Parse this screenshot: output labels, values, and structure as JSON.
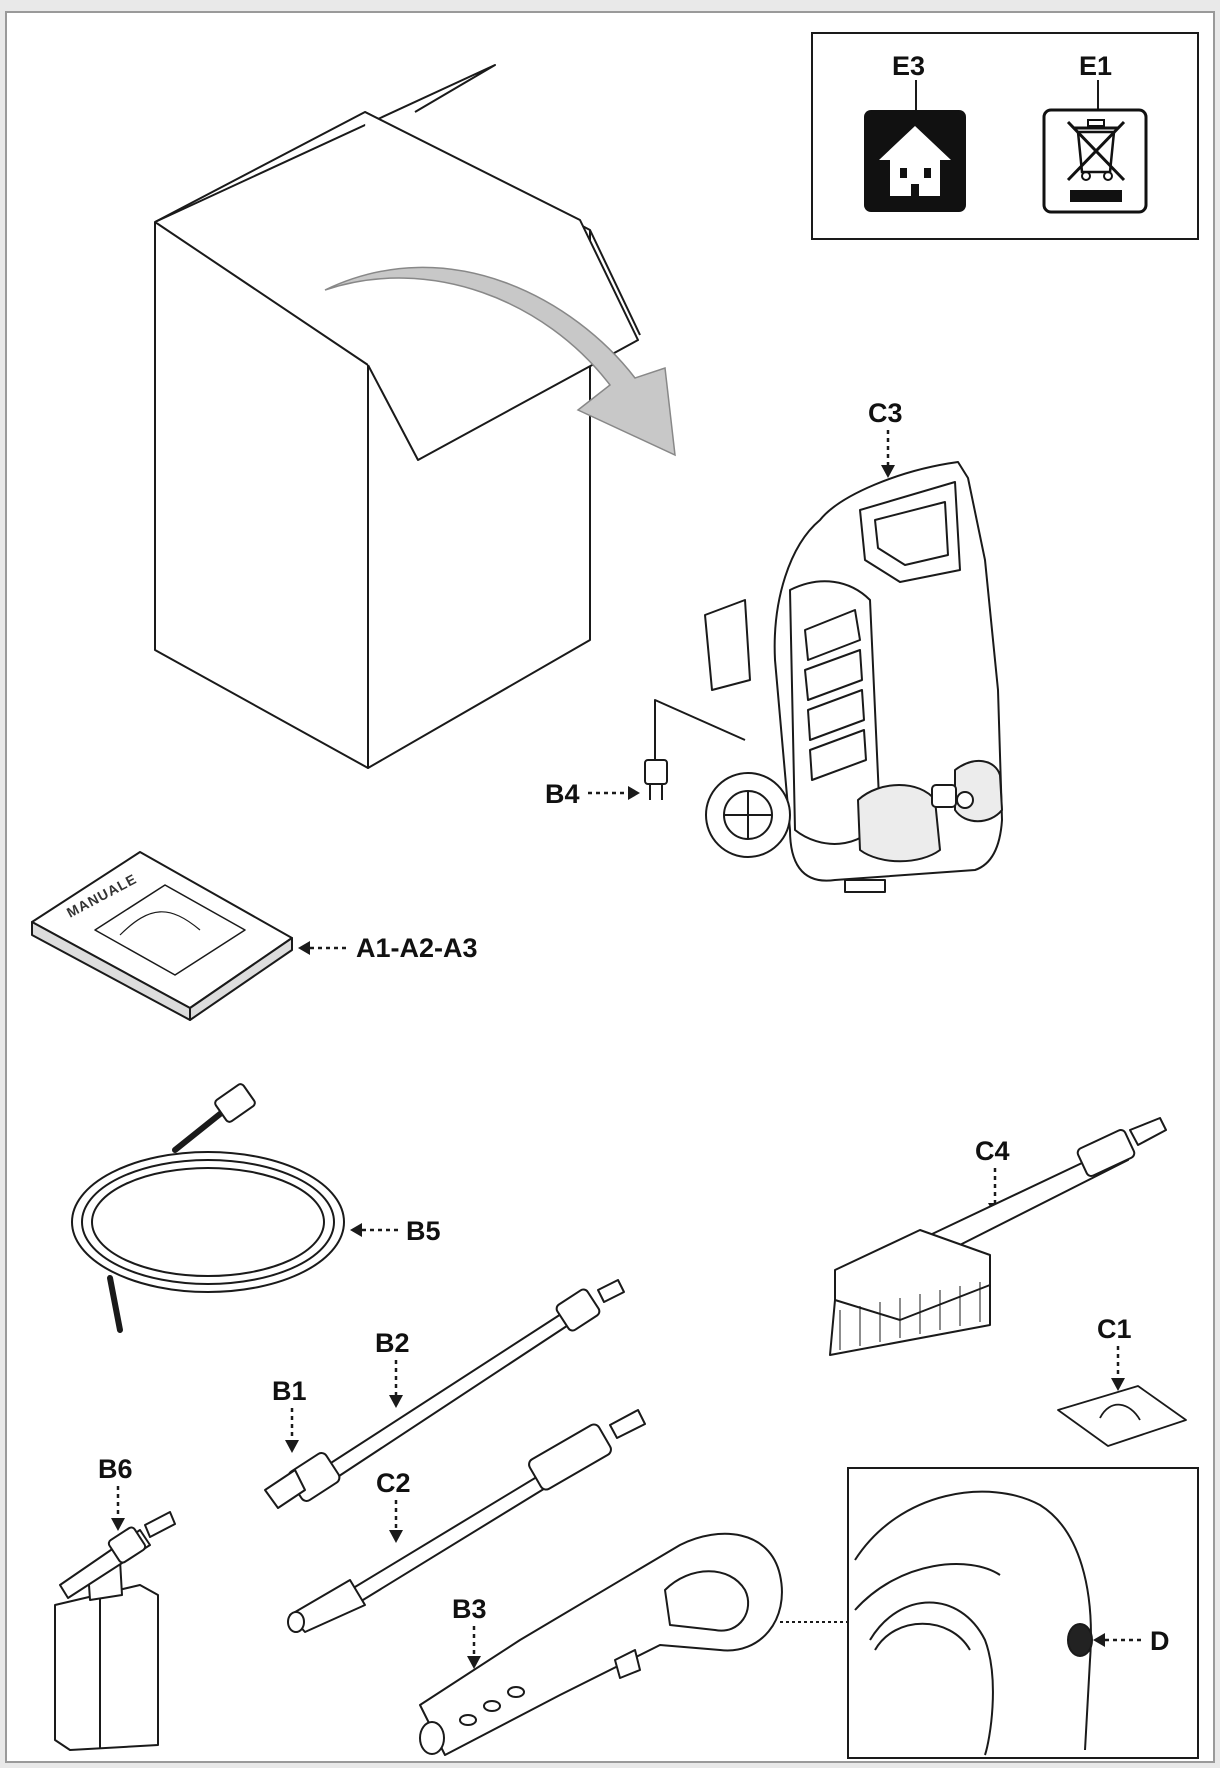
{
  "labels": {
    "E3": "E3",
    "E1": "E1",
    "C3": "C3",
    "B4": "B4",
    "A": "A1-A2-A3",
    "B5": "B5",
    "C4": "C4",
    "B2": "B2",
    "B1": "B1",
    "C1": "C1",
    "B6": "B6",
    "C2": "C2",
    "B3": "B3",
    "D": "D"
  },
  "manual_cover_text": "MANUALE",
  "colors": {
    "background": "#e9e9e9",
    "panel": "#ffffff",
    "line": "#1a1a1a",
    "arrow_fill": "#c8c8c8",
    "icon_dark": "#111111"
  },
  "icons": [
    "house-indoor-use-icon",
    "crossed-out-wheelie-bin-icon"
  ]
}
